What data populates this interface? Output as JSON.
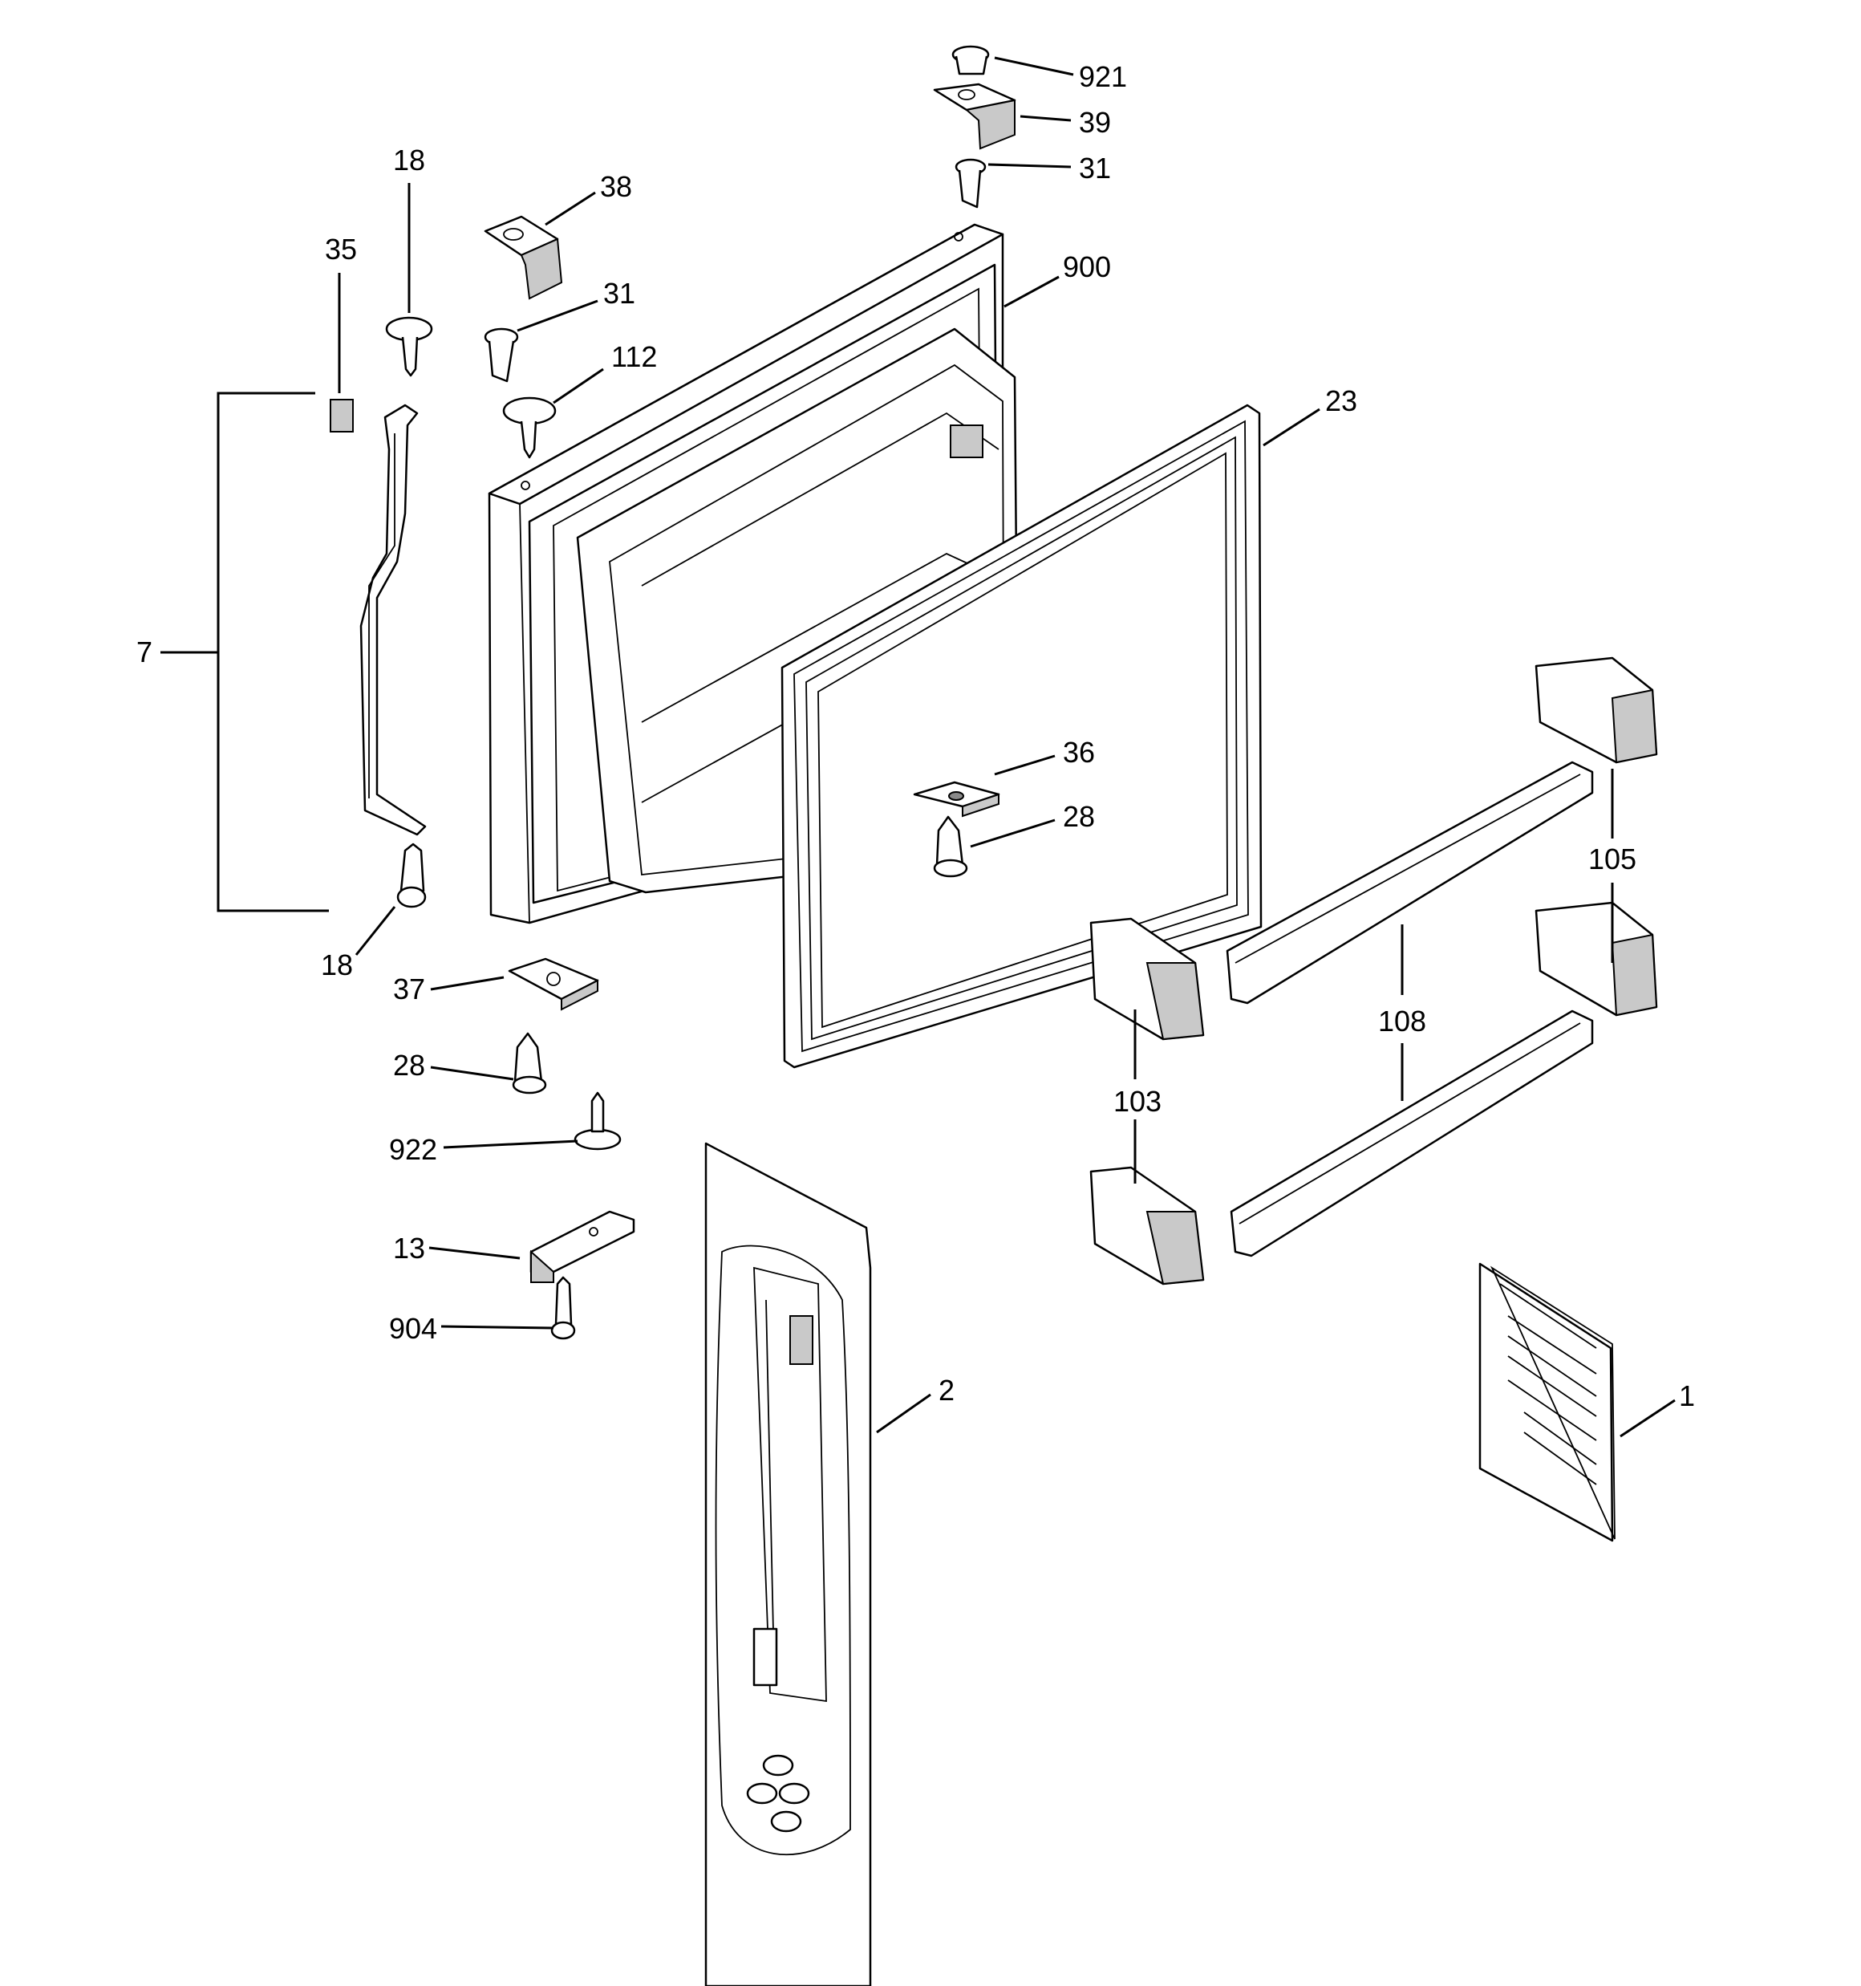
{
  "callouts": [
    {
      "id": "p921",
      "text": "921"
    },
    {
      "id": "p39",
      "text": "39"
    },
    {
      "id": "p31a",
      "text": "31"
    },
    {
      "id": "p18a",
      "text": "18"
    },
    {
      "id": "p38",
      "text": "38"
    },
    {
      "id": "p35",
      "text": "35"
    },
    {
      "id": "p900",
      "text": "900"
    },
    {
      "id": "p31b",
      "text": "31"
    },
    {
      "id": "p112",
      "text": "112"
    },
    {
      "id": "p23",
      "text": "23"
    },
    {
      "id": "p7",
      "text": "7"
    },
    {
      "id": "p36",
      "text": "36"
    },
    {
      "id": "p28a",
      "text": "28"
    },
    {
      "id": "p105",
      "text": "105"
    },
    {
      "id": "p18b",
      "text": "18"
    },
    {
      "id": "p37",
      "text": "37"
    },
    {
      "id": "p108",
      "text": "108"
    },
    {
      "id": "p28b",
      "text": "28"
    },
    {
      "id": "p103",
      "text": "103"
    },
    {
      "id": "p922",
      "text": "922"
    },
    {
      "id": "p13",
      "text": "13"
    },
    {
      "id": "p904",
      "text": "904"
    },
    {
      "id": "p2",
      "text": "2"
    },
    {
      "id": "p1",
      "text": "1"
    }
  ]
}
